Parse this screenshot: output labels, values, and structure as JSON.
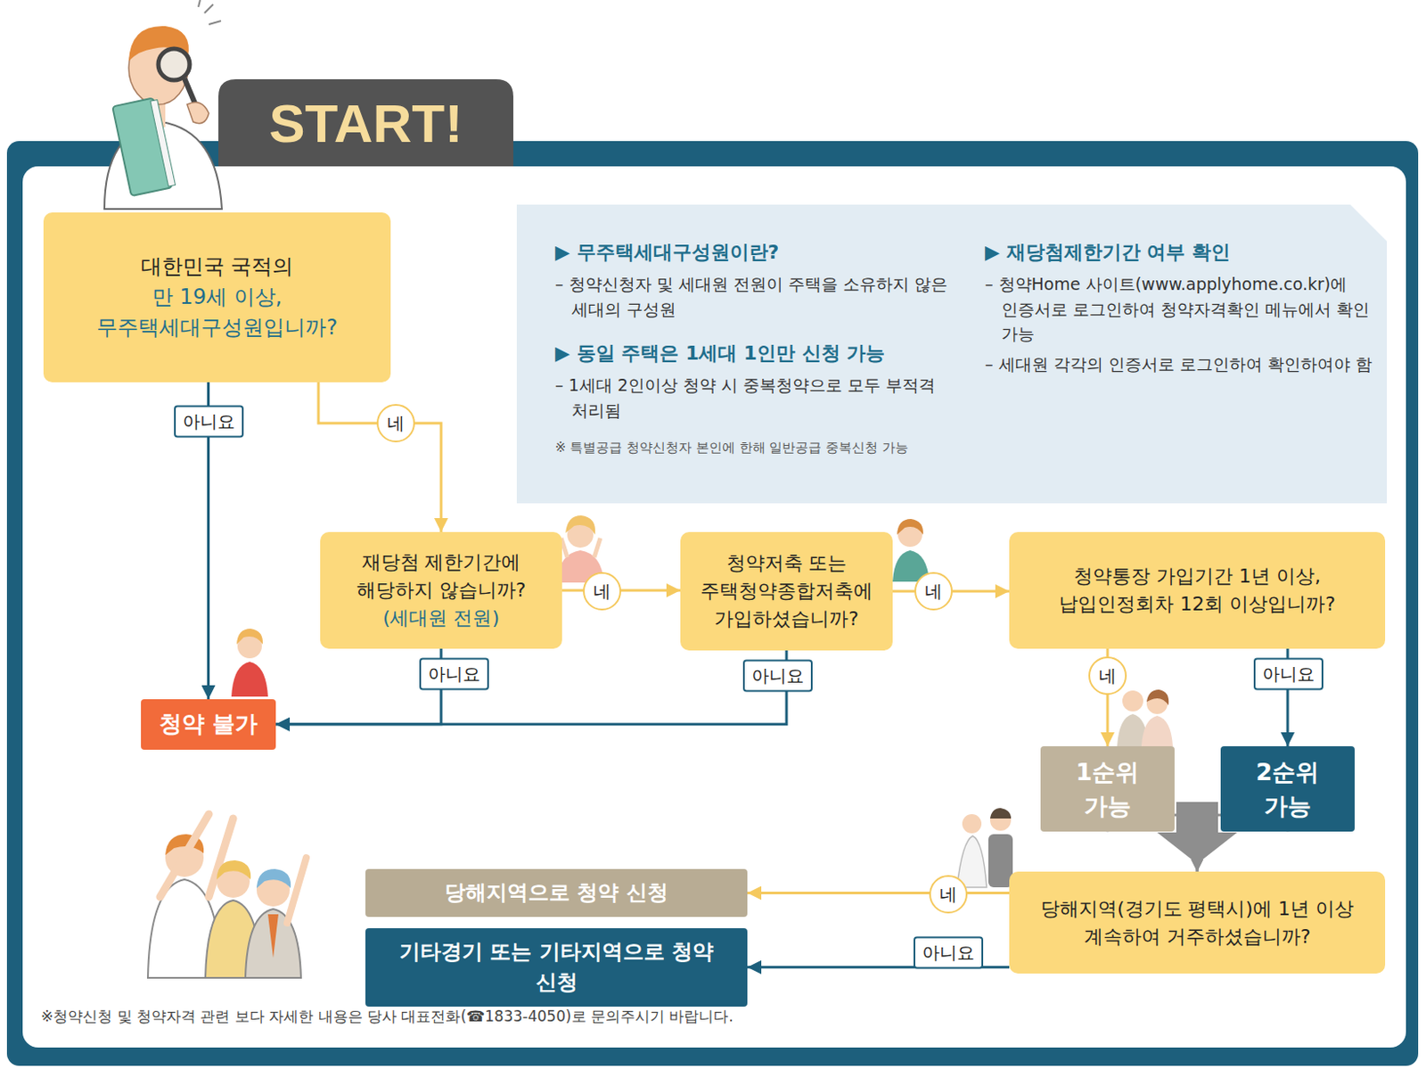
{
  "diagram": {
    "nodes": [
      {
        "text": [
          "대한민국 국적의",
          "만 19세 이상,",
          "무주택세대구성원입니까?"
        ]
      },
      {
        "text": [
          "▶ 무주택세대구성원이란?",
          "– 청약신청자 및 세대원 전원이 주택을 소유하지 않은 세대의 구성원",
          "▶ 동일 주택은 1세대 1인만 신청 가능",
          "– 1세대 2인이상 청약 시 중복청약으로 모두 부적격 처리됨",
          "※ 특별공급 청약신청자 본인에 한해 일반공급 중복신청 가능",
          "▶ 재당첨제한기간 여부 확인",
          "– 청약Home 사이트(www.applyhome.co.kr)에 인증서로 로그인하여 청약자격확인 메뉴에서 확인 가능",
          "– 세대원 각각의 인증서로 로그인하여 확인하여야 함"
        ]
      },
      {
        "text": [
          "재당첨 제한기간에 해당하지 않습니까?",
          "(세대원 전원)"
        ]
      },
      {
        "text": [
          "청약저축 또는 주택청약종합저축에 가입하셨습니까?"
        ]
      },
      {
        "text": [
          "청약통장 가입기간 1년 이상, 납입인정회차 12회 이상입니까?"
        ]
      },
      {
        "text": [
          "청약 불가"
        ]
      },
      {
        "text": [
          "1순위 가능"
        ]
      },
      {
        "text": [
          "2순위 가능"
        ]
      },
      {
        "text": [
          "당해지역(경기도 평택시)에 1년 이상 계속하여 거주하셨습니까?"
        ]
      },
      {
        "text": [
          "당해지역으로 청약 신청"
        ]
      },
      {
        "text": [
          "기타경기 또는 기타지역으로 청약 신청"
        ]
      }
    ],
    "edges": [
      {
        "from": 0,
        "to": 5,
        "label": "아니요",
        "arrow": "to"
      },
      {
        "from": 0,
        "to": 2,
        "label": "네",
        "arrow": "to"
      },
      {
        "from": 2,
        "to": 3,
        "label": "네",
        "arrow": "to"
      },
      {
        "from": 2,
        "to": 5,
        "label": "아니요",
        "arrow": "to"
      },
      {
        "from": 3,
        "to": 4,
        "label": "네",
        "arrow": "to"
      },
      {
        "from": 3,
        "to": 5,
        "label": "아니요",
        "arrow": "to"
      },
      {
        "from": 4,
        "to": 6,
        "label": "네",
        "arrow": "to"
      },
      {
        "from": 4,
        "to": 7,
        "label": "아니요",
        "arrow": "to"
      },
      {
        "from": 6,
        "to": 8,
        "arrow": "to"
      },
      {
        "from": 7,
        "to": 8,
        "arrow": "to"
      },
      {
        "from": 8,
        "to": 9,
        "label": "네",
        "arrow": "to"
      },
      {
        "from": 8,
        "to": 10,
        "label": "아니요",
        "arrow": "to"
      }
    ],
    "labels": [
      "START!",
      "※청약신청 및 청약자격 관련 보다 자세한 내용은 당사 대표전화(☎1833-4050)로 문의주시기 바랍니다."
    ]
  }
}
